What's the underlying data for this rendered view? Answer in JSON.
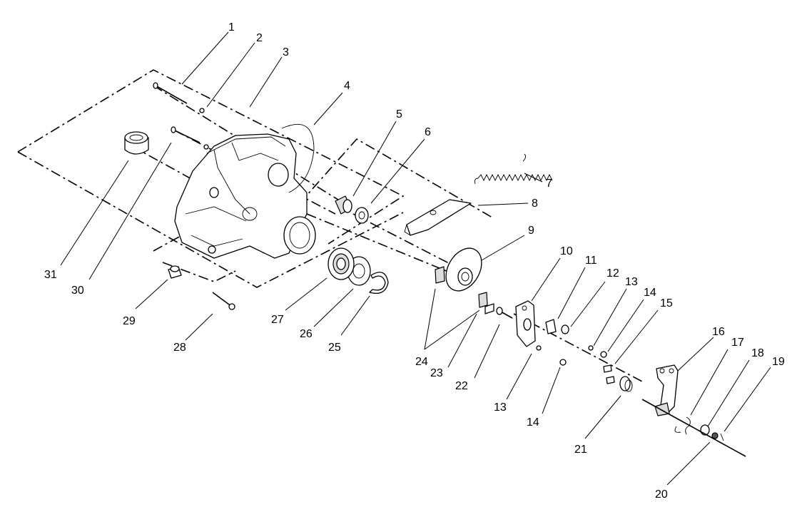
{
  "callouts": {
    "c1": "1",
    "c2": "2",
    "c3": "3",
    "c4": "4",
    "c5": "5",
    "c6": "6",
    "c7": "7",
    "c8": "8",
    "c9": "9",
    "c10": "10",
    "c11": "11",
    "c12": "12",
    "c13a": "13",
    "c14a": "14",
    "c15": "15",
    "c16": "16",
    "c17": "17",
    "c18": "18",
    "c19": "19",
    "c20": "20",
    "c21": "21",
    "c22": "22",
    "c23": "23",
    "c24": "24",
    "c13b": "13",
    "c14b": "14",
    "c25": "25",
    "c26": "26",
    "c27": "27",
    "c28": "28",
    "c29": "29",
    "c30": "30",
    "c31": "31"
  },
  "colors": {
    "ink": "#000000",
    "paper": "#ffffff",
    "shade": "#dddddd"
  }
}
